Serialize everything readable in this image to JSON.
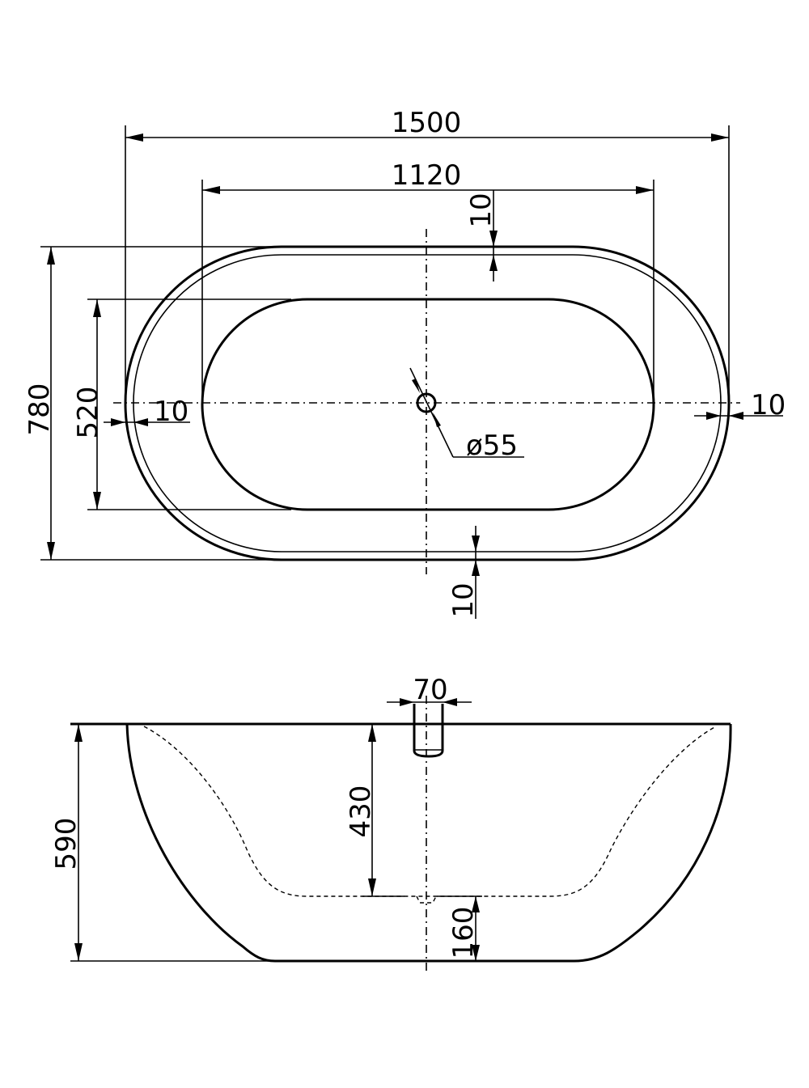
{
  "top_view": {
    "overall_length": "1500",
    "inner_length": "1120",
    "overall_width": "780",
    "inner_width": "520",
    "rim_top": "10",
    "rim_bottom": "10",
    "rim_left": "10",
    "rim_right": "10",
    "drain_diameter": "ø55"
  },
  "side_view": {
    "overflow_width": "70",
    "total_height": "590",
    "water_depth": "430",
    "base_height": "160"
  }
}
